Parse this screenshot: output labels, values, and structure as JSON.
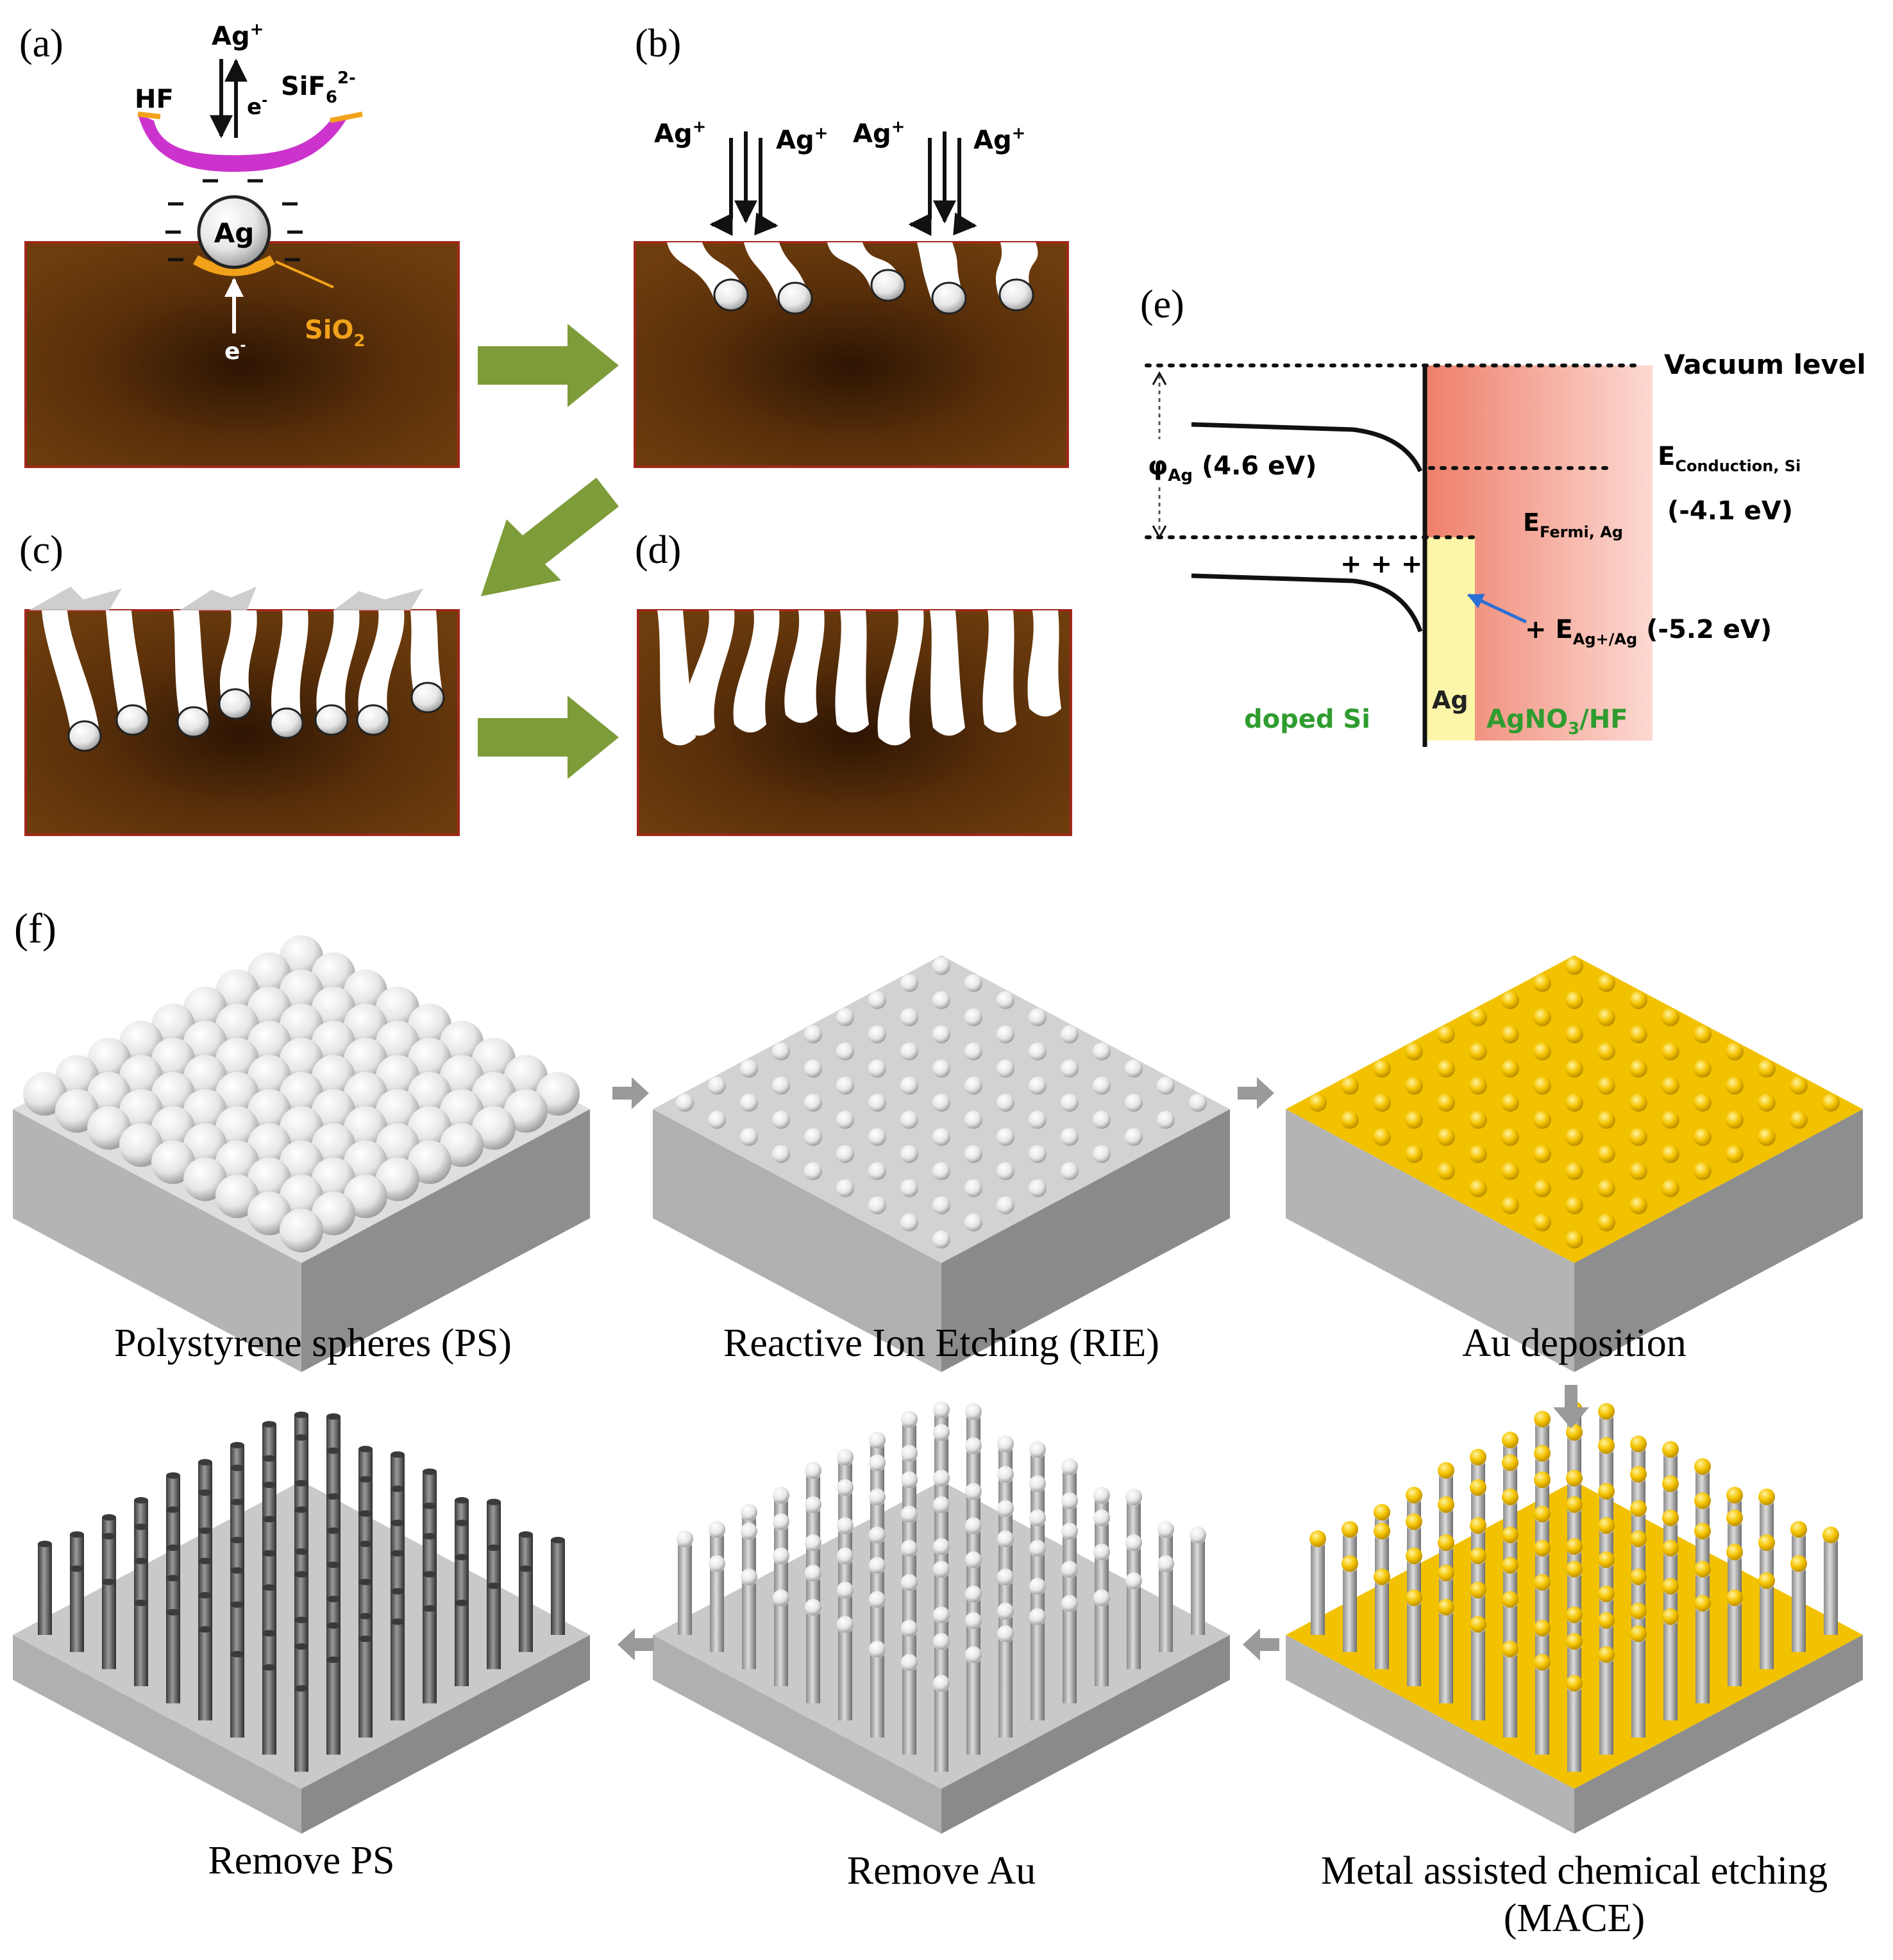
{
  "panels": {
    "a": {
      "label": "(a)",
      "ag_ion": "Ag",
      "ag_ion_sup": "+",
      "hf": "HF",
      "electron": "e",
      "electron_sup": "-",
      "sif": "SiF",
      "sif_sub": "6",
      "sif_sup": "2-",
      "ag": "Ag",
      "sio2": "SiO",
      "sio2_sub": "2",
      "electron_in": "e",
      "electron_in_sup": "-"
    },
    "b": {
      "label": "(b)",
      "ions": [
        "Ag",
        "Ag",
        "Ag",
        "Ag"
      ],
      "ion_sup": "+"
    },
    "c": {
      "label": "(c)"
    },
    "d": {
      "label": "(d)"
    },
    "e": {
      "label": "(e)",
      "vacuum_level": "Vacuum level",
      "phi": "φ",
      "phi_sub": "Ag",
      "phi_value": " (4.6 eV)",
      "e_conduction": "E",
      "e_conduction_sub": "Conduction, Si",
      "e_conduction_value": "(-4.1 eV)",
      "e_fermi": "E",
      "e_fermi_sub": "Fermi, Ag",
      "plus_signs": "+ + +",
      "e_ag": "+ E",
      "e_ag_sub": "Ag+/Ag",
      "e_ag_value": " (-5.2 eV)",
      "doped_si": "doped Si",
      "ag_layer": "Ag",
      "agno3": "AgNO",
      "agno3_sub": "3",
      "agno3_rest": "/HF"
    },
    "f": {
      "label": "(f)",
      "steps": [
        {
          "caption": "Polystyrene spheres (PS)"
        },
        {
          "caption": "Reactive Ion Etching (RIE)"
        },
        {
          "caption": "Au deposition"
        },
        {
          "caption": "Metal assisted chemical etching",
          "caption2": "(MACE)"
        },
        {
          "caption": "Remove Au"
        },
        {
          "caption": "Remove PS"
        }
      ]
    }
  },
  "colors": {
    "silicon": "#6b3a0c",
    "silicon_dark": "#2e1503",
    "arrow_green": "#7e9c3a",
    "gold": "#f2c200",
    "gray_block": "#c7c7c7",
    "solution": "#f49a86",
    "ag_layer": "#fdf6a8",
    "magenta": "#cc33cc",
    "sio2_orange": "#f2a21a",
    "label_green": "#2e9c2e"
  }
}
